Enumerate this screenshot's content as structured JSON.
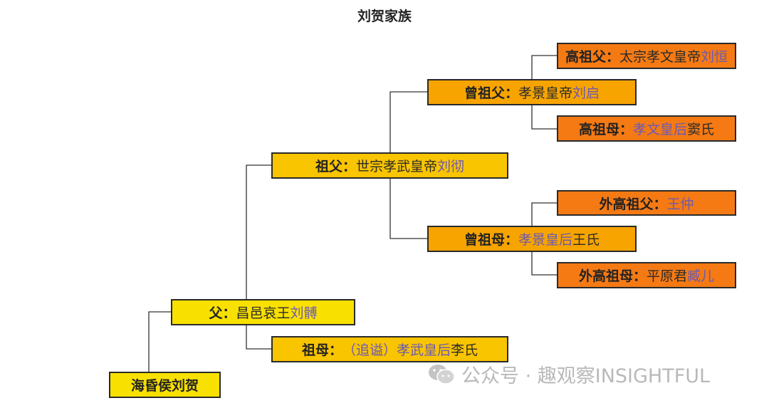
{
  "title": "刘贺家族",
  "nodes": {
    "self": {
      "text": "海昏侯刘贺"
    },
    "father": {
      "label": "父：",
      "title": "昌邑哀王",
      "name": "刘髆"
    },
    "grandmother": {
      "label": "祖母：",
      "title": "（追谥）孝武皇后",
      "name": "李氏"
    },
    "grandfather": {
      "label": "祖父：",
      "title": "世宗孝武皇帝",
      "name": "刘彻"
    },
    "great_grandfather": {
      "label": "曾祖父：",
      "title": "孝景皇帝",
      "name": "刘启"
    },
    "great_grandmother": {
      "label": "曾祖母：",
      "title": "孝景皇后",
      "name": "王氏"
    },
    "gg_father": {
      "label": "高祖父：",
      "title": "太宗孝文皇帝",
      "name": "刘恒"
    },
    "gg_mother": {
      "label": "高祖母：",
      "title": "孝文皇后",
      "name": "窦氏"
    },
    "mat_gg_father": {
      "label": "外高祖父：",
      "title": "",
      "name": "王仲"
    },
    "mat_gg_mother": {
      "label": "外高祖母：",
      "title": "平原君",
      "name": "臧儿"
    }
  },
  "colors": {
    "gen1": "#f8e000",
    "gen2": "#f9c400",
    "gen3": "#f7a400",
    "gen4": "#f57a14",
    "name_text": "#6b5ab3",
    "connector": "#333333"
  },
  "watermark": {
    "text": "公众号 · 趣观察INSIGHTFUL",
    "icon": "wechat-icon"
  }
}
